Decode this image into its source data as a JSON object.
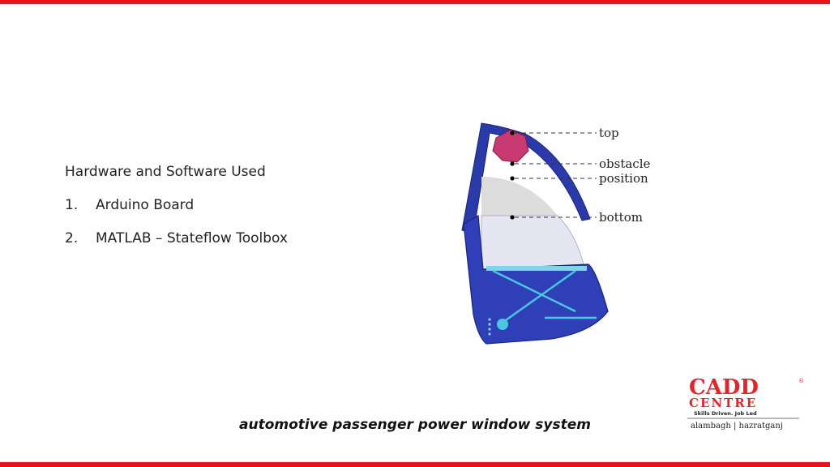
{
  "slide": {
    "heading": "Hardware and Software Used",
    "items": [
      {
        "number": "1.",
        "text": "Arduino Board"
      },
      {
        "number": "2.",
        "text": "MATLAB – Stateflow Toolbox"
      }
    ],
    "caption": "automotive passenger power window system"
  },
  "diagram": {
    "labels": {
      "top": "top",
      "obstacle": "obstacle",
      "position": "position",
      "bottom": "bottom"
    }
  },
  "logo": {
    "line1": "CADD",
    "line2": "CENTRE",
    "tagline": "Skills Driven. Job Led",
    "location": "alambagh | hazratganj"
  },
  "colors": {
    "accent_bar": "#e8141b",
    "door_blue": "#2a3aa8",
    "obstacle": "#c83a72"
  }
}
